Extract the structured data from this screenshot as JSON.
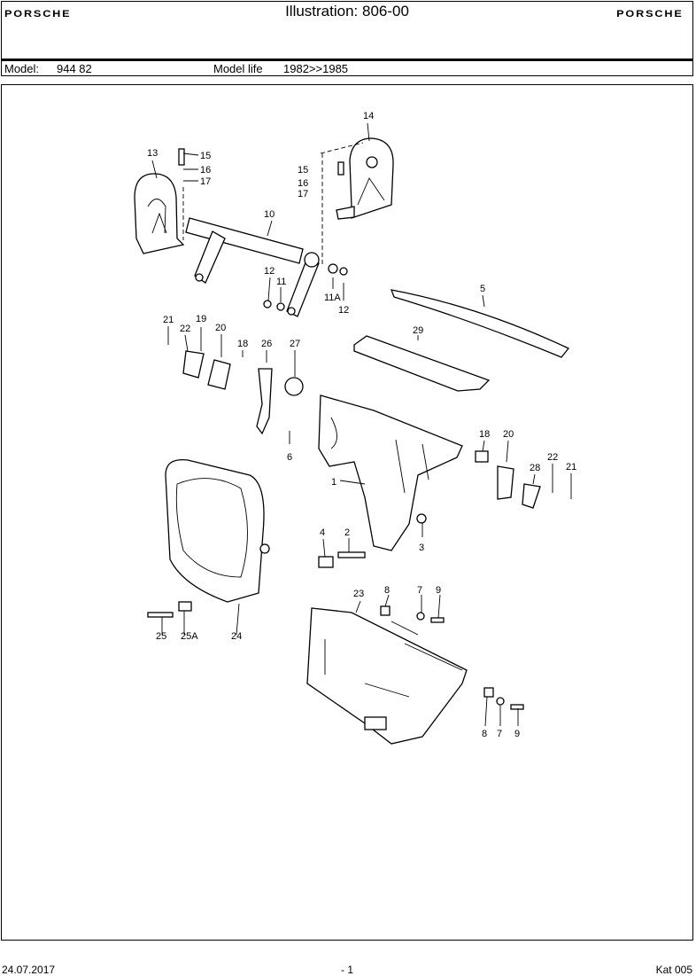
{
  "header": {
    "logo_left": "PORSCHE",
    "logo_right": "PORSCHE",
    "title": "Illustration: 806-00"
  },
  "model_bar": {
    "model_label": "Model:",
    "model_value": "944 82",
    "life_label": "Model life",
    "life_value": "1982>>1985"
  },
  "callouts": [
    "1",
    "2",
    "3",
    "4",
    "5",
    "6",
    "7",
    "8",
    "9",
    "10",
    "11",
    "11A",
    "12",
    "13",
    "14",
    "15",
    "16",
    "17",
    "18",
    "19",
    "20",
    "21",
    "22",
    "23",
    "24",
    "25",
    "25A",
    "26",
    "27",
    "28",
    "29"
  ],
  "footer": {
    "date": "24.07.2017",
    "page": "- 1",
    "catalog": "Kat 005"
  }
}
